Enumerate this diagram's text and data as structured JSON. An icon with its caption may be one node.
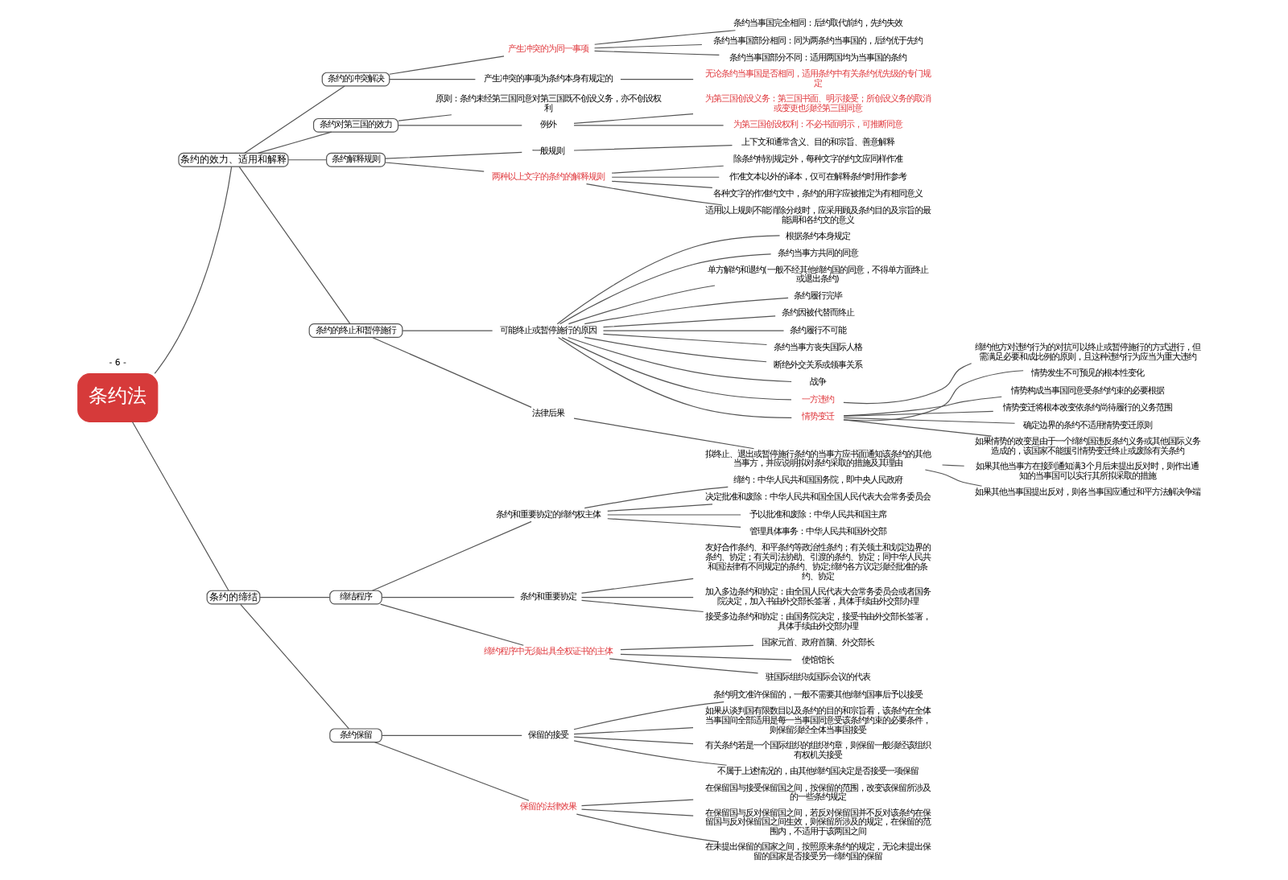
{
  "diagram": {
    "nodes": [
      {
        "text": [
          "条约法"
        ]
      },
      {
        "text": [
          "条约的效力、适用和解释"
        ]
      },
      {
        "text": [
          "条约的冲突解决"
        ]
      },
      {
        "text": [
          "产生冲突的为同一事项"
        ]
      },
      {
        "text": [
          "条约当事国完全相同：后约取代前约，先约失效"
        ]
      },
      {
        "text": [
          "条约当事国部分相同：同为两条约当事国的，后约优于先约"
        ]
      },
      {
        "text": [
          "条约当事国部分不同：适用两国均为当事国的条约"
        ]
      },
      {
        "text": [
          "产生冲突的事项为条约本身有规定的"
        ]
      },
      {
        "text": [
          "无论条约当事国是否相同，适用条约中有关条约优先级的专门规定"
        ]
      },
      {
        "text": [
          "条约对第三国的效力"
        ]
      },
      {
        "text": [
          "原则：条约未经第三国同意对第三国既不创设义务，亦不创设权利"
        ]
      },
      {
        "text": [
          "例外"
        ]
      },
      {
        "text": [
          "为第三国创设义务：第三国书面、明示接受；所创设义务的取消或变更也须经第三国同意"
        ]
      },
      {
        "text": [
          "为第三国创设权利：不必书面明示，可推断同意"
        ]
      },
      {
        "text": [
          "条约解释规则"
        ]
      },
      {
        "text": [
          "一般规则"
        ]
      },
      {
        "text": [
          "上下文和通常含义、目的和宗旨、善意解释"
        ]
      },
      {
        "text": [
          "两种以上文字的条约的解释规则"
        ]
      },
      {
        "text": [
          "除条约特别规定外，每种文字的约文应同样作准"
        ]
      },
      {
        "text": [
          "作准文本以外的译本，仅可在解释条约时用作参考"
        ]
      },
      {
        "text": [
          "各种文字的作准约文中，条约的用字应被推定为有相同意义"
        ]
      },
      {
        "text": [
          "适用以上规则不能消除分歧时，应采用顾及条约目的及宗旨的最能调和各约文的意义"
        ]
      },
      {
        "text": [
          "条约的终止和暂停施行"
        ]
      },
      {
        "text": [
          "可能终止或暂停施行的原因"
        ]
      },
      {
        "text": [
          "根据条约本身规定"
        ]
      },
      {
        "text": [
          "条约当事方共同的同意"
        ]
      },
      {
        "text": [
          "单方解约和退约(一般不经其他缔约国的同意，不得单方面终止或退出条约)"
        ]
      },
      {
        "text": [
          "条约履行完毕"
        ]
      },
      {
        "text": [
          "条约因被代替而终止"
        ]
      },
      {
        "text": [
          "条约履行不可能"
        ]
      },
      {
        "text": [
          "条约当事方丧失国际人格"
        ]
      },
      {
        "text": [
          "断绝外交关系或领事关系"
        ]
      },
      {
        "text": [
          "战争"
        ]
      },
      {
        "text": [
          "一方违约"
        ]
      },
      {
        "text": [
          "缔约他方对违约行为的对抗可以终止或暂停施行的方式进行，但需满足必要和成比例的原则，且这种违约行为应当为重大违约"
        ]
      },
      {
        "text": [
          "情势变迁"
        ]
      },
      {
        "text": [
          "情势发生不可预见的根本性变化"
        ]
      },
      {
        "text": [
          "情势构成当事国同意受条约约束的必要根据"
        ]
      },
      {
        "text": [
          "情势变迁将根本改变依条约尚待履行的义务范围"
        ]
      },
      {
        "text": [
          "确定边界的条约不适用情势变迁原则"
        ]
      },
      {
        "text": [
          "如果情势的改变是由于一个缔约国违反条约义务或其他国际义务造成的，该国家不能援引情势变迁终止或废除有关条约"
        ]
      },
      {
        "text": [
          "法律后果"
        ]
      },
      {
        "text": [
          "拟终止、退出或暂停施行条约的当事方应书面通知该条约的其他当事方，并应说明拟对条约采取的措施及其理由"
        ]
      },
      {
        "text": [
          "如果其他当事方在接到通知满3个月后未提出反对时，则作出通知的当事国可以实行其所拟采取的措施"
        ]
      },
      {
        "text": [
          "如果其他当事国提出反对，则各当事国应通过和平方法解决争端"
        ]
      },
      {
        "text": [
          "条约的缔结"
        ]
      },
      {
        "text": [
          "缔结程序"
        ]
      },
      {
        "text": [
          "条约和重要协定的缔约权主体"
        ]
      },
      {
        "text": [
          "缔约：中华人民共和国国务院，即中央人民政府"
        ]
      },
      {
        "text": [
          "决定批准和废除：中华人民共和国全国人民代表大会常务委员会"
        ]
      },
      {
        "text": [
          "予以批准和废除：中华人民共和国主席"
        ]
      },
      {
        "text": [
          "管理具体事务：中华人民共和国外交部"
        ]
      },
      {
        "text": [
          "条约和重要协定"
        ]
      },
      {
        "text": [
          "友好合作条约、和平条约等政治性条约；有关领土和划定边界的条约、协定；有关司法协助、引渡的条约、协定；同中华人民共和国法律有不同规定的条约、协定;缔约各方议定须经批准的条约、协定"
        ]
      },
      {
        "text": [
          "加入多边条约和协定：由全国人民代表大会常务委员会或者国务院决定，加入书由外交部长签署，具体手续由外交部办理"
        ]
      },
      {
        "text": [
          "接受多边条约和协定：由国务院决定，接受书由外交部长签署，具体手续由外交部办理"
        ]
      },
      {
        "text": [
          "缔约程序中无须出具全权证书的主体"
        ]
      },
      {
        "text": [
          "国家元首、政府首脑、外交部长"
        ]
      },
      {
        "text": [
          "使馆馆长"
        ]
      },
      {
        "text": [
          "驻国际组织或国际会议的代表"
        ]
      },
      {
        "text": [
          "条约保留"
        ]
      },
      {
        "text": [
          "保留的接受"
        ]
      },
      {
        "text": [
          "条约明文准许保留的，一般不需要其他缔约国事后予以接受"
        ]
      },
      {
        "text": [
          "如果从谈判国有限数目以及条约的目的和宗旨看，该条约在全体当事国间全部适用是每一当事国同意受该条约约束的必要条件，则保留须经全体当事国接受"
        ]
      },
      {
        "text": [
          "有关条约若是一个国际组织的组织约章，则保留一般须经该组织有权机关接受"
        ]
      },
      {
        "text": [
          "不属于上述情况的，由其他缔约国决定是否接受一项保留"
        ]
      },
      {
        "text": [
          "保留的法律效果"
        ]
      },
      {
        "text": [
          "在保留国与接受保留国之间，按保留的范围，改变该保留所涉及的一些条约规定"
        ]
      },
      {
        "text": [
          "在保留国与反对保留国之间，若反对保留国并不反对该条约在保留国与反对保留国之间生效，则保留所涉及的规定，在保留的范围内，不适用于该两国之间"
        ]
      },
      {
        "text": [
          "在未提出保留的国家之间，按照原来条约的规定，无论未提出保留的国家是否接受另一缔约国的保留"
        ]
      }
    ],
    "edges": [
      {
        "from": 0,
        "to": 1,
        "arrow": "none"
      },
      {
        "from": 1,
        "to": 2,
        "arrow": "none"
      },
      {
        "from": 2,
        "to": 3,
        "arrow": "none"
      },
      {
        "from": 3,
        "to": 4,
        "arrow": "none"
      },
      {
        "from": 3,
        "to": 5,
        "arrow": "none"
      },
      {
        "from": 3,
        "to": 6,
        "arrow": "none"
      },
      {
        "from": 2,
        "to": 7,
        "arrow": "none"
      },
      {
        "from": 7,
        "to": 8,
        "arrow": "none"
      },
      {
        "from": 1,
        "to": 9,
        "arrow": "none"
      },
      {
        "from": 9,
        "to": 10,
        "arrow": "none"
      },
      {
        "from": 9,
        "to": 11,
        "arrow": "none"
      },
      {
        "from": 11,
        "to": 12,
        "arrow": "none"
      },
      {
        "from": 11,
        "to": 13,
        "arrow": "none"
      },
      {
        "from": 1,
        "to": 14,
        "arrow": "none"
      },
      {
        "from": 14,
        "to": 15,
        "arrow": "none"
      },
      {
        "from": 15,
        "to": 16,
        "arrow": "none"
      },
      {
        "from": 14,
        "to": 17,
        "arrow": "none"
      },
      {
        "from": 17,
        "to": 18,
        "arrow": "none"
      },
      {
        "from": 17,
        "to": 19,
        "arrow": "none"
      },
      {
        "from": 17,
        "to": 20,
        "arrow": "none"
      },
      {
        "from": 17,
        "to": 21,
        "arrow": "none"
      },
      {
        "from": 1,
        "to": 22,
        "arrow": "none"
      },
      {
        "from": 22,
        "to": 23,
        "arrow": "none"
      },
      {
        "from": 23,
        "to": 24,
        "arrow": "none"
      },
      {
        "from": 23,
        "to": 25,
        "arrow": "none"
      },
      {
        "from": 23,
        "to": 26,
        "arrow": "none"
      },
      {
        "from": 23,
        "to": 27,
        "arrow": "none"
      },
      {
        "from": 23,
        "to": 28,
        "arrow": "none"
      },
      {
        "from": 23,
        "to": 29,
        "arrow": "none"
      },
      {
        "from": 23,
        "to": 30,
        "arrow": "none"
      },
      {
        "from": 23,
        "to": 31,
        "arrow": "none"
      },
      {
        "from": 23,
        "to": 32,
        "arrow": "none"
      },
      {
        "from": 23,
        "to": 33,
        "arrow": "none"
      },
      {
        "from": 33,
        "to": 34,
        "arrow": "none"
      },
      {
        "from": 23,
        "to": 35,
        "arrow": "none"
      },
      {
        "from": 35,
        "to": 36,
        "arrow": "none"
      },
      {
        "from": 35,
        "to": 37,
        "arrow": "none"
      },
      {
        "from": 35,
        "to": 38,
        "arrow": "none"
      },
      {
        "from": 35,
        "to": 39,
        "arrow": "none"
      },
      {
        "from": 35,
        "to": 40,
        "arrow": "none"
      },
      {
        "from": 22,
        "to": 41,
        "arrow": "none"
      },
      {
        "from": 41,
        "to": 42,
        "arrow": "none"
      },
      {
        "from": 42,
        "to": 43,
        "arrow": "none"
      },
      {
        "from": 42,
        "to": 44,
        "arrow": "none"
      },
      {
        "from": 0,
        "to": 45,
        "arrow": "none"
      },
      {
        "from": 45,
        "to": 46,
        "arrow": "none"
      },
      {
        "from": 46,
        "to": 47,
        "arrow": "none"
      },
      {
        "from": 47,
        "to": 48,
        "arrow": "none"
      },
      {
        "from": 47,
        "to": 49,
        "arrow": "none"
      },
      {
        "from": 47,
        "to": 50,
        "arrow": "none"
      },
      {
        "from": 47,
        "to": 51,
        "arrow": "none"
      },
      {
        "from": 46,
        "to": 52,
        "arrow": "none"
      },
      {
        "from": 52,
        "to": 53,
        "arrow": "none"
      },
      {
        "from": 52,
        "to": 54,
        "arrow": "none"
      },
      {
        "from": 52,
        "to": 55,
        "arrow": "none"
      },
      {
        "from": 46,
        "to": 56,
        "arrow": "none"
      },
      {
        "from": 56,
        "to": 57,
        "arrow": "none"
      },
      {
        "from": 56,
        "to": 58,
        "arrow": "none"
      },
      {
        "from": 56,
        "to": 59,
        "arrow": "none"
      },
      {
        "from": 45,
        "to": 60,
        "arrow": "none"
      },
      {
        "from": 60,
        "to": 61,
        "arrow": "none"
      },
      {
        "from": 61,
        "to": 62,
        "arrow": "none"
      },
      {
        "from": 61,
        "to": 63,
        "arrow": "none"
      },
      {
        "from": 61,
        "to": 64,
        "arrow": "none"
      },
      {
        "from": 61,
        "to": 65,
        "arrow": "none"
      },
      {
        "from": 60,
        "to": 66,
        "arrow": "none"
      },
      {
        "from": 66,
        "to": 67,
        "arrow": "none"
      },
      {
        "from": 66,
        "to": 68,
        "arrow": "none"
      },
      {
        "from": 66,
        "to": 69,
        "arrow": "none"
      }
    ],
    "labels": [
      "- 6 -"
    ]
  }
}
